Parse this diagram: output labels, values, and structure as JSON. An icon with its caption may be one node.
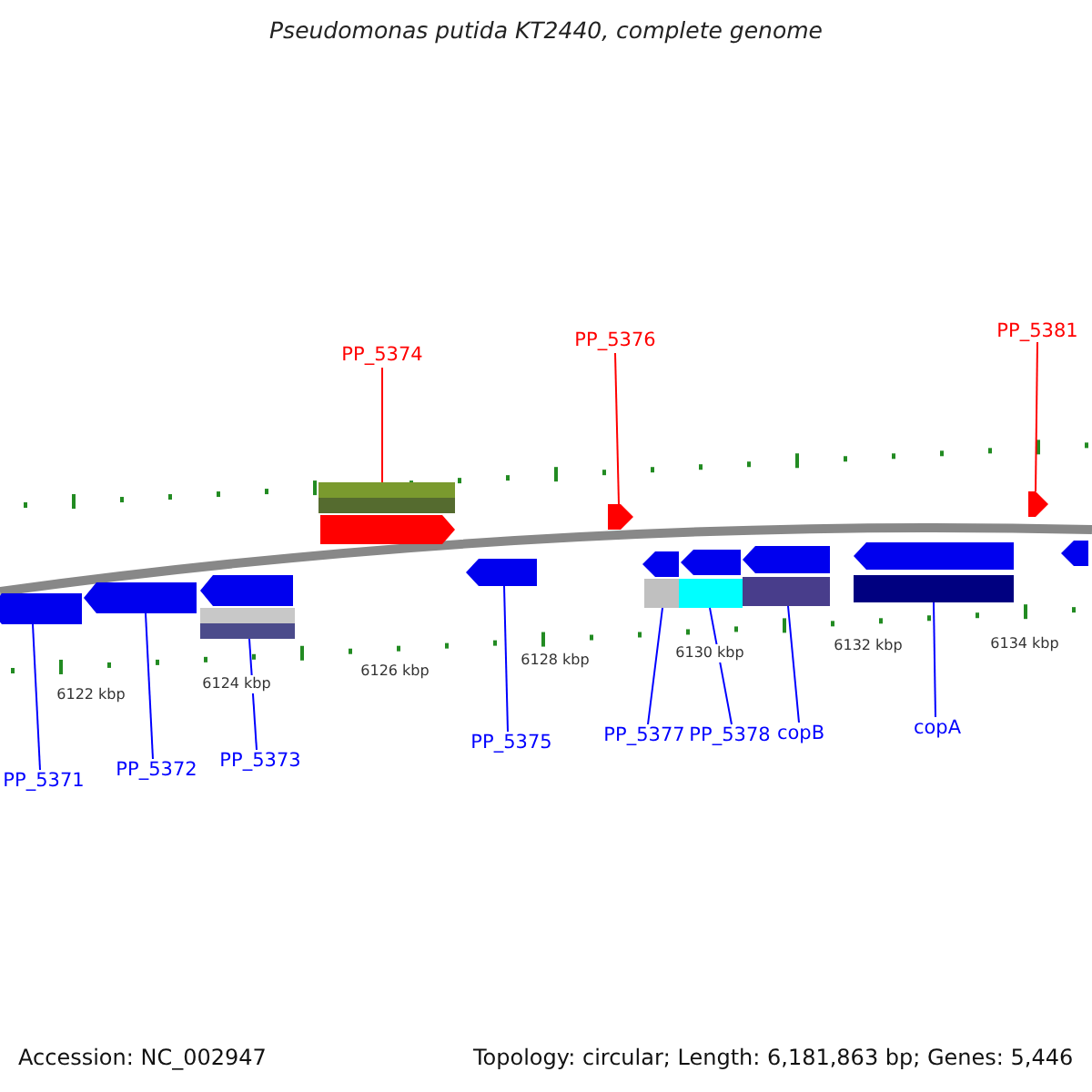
{
  "diagram": {
    "title": "Pseudomonas putida KT2440, complete genome",
    "nodes": [
      {
        "text": [
          "PP_5374"
        ]
      },
      {
        "text": [
          "PP_5376"
        ]
      },
      {
        "text": [
          "PP_5381"
        ]
      },
      {
        "text": [
          "PP_5371"
        ]
      },
      {
        "text": [
          "PP_5372"
        ]
      },
      {
        "text": [
          "PP_5373"
        ]
      },
      {
        "text": [
          "PP_5375"
        ]
      },
      {
        "text": [
          "PP_5377"
        ]
      },
      {
        "text": [
          "PP_5378"
        ]
      },
      {
        "text": [
          "copB"
        ]
      },
      {
        "text": [
          "copA"
        ]
      },
      {
        "text": [],
        "shape": "bar"
      },
      {
        "text": [],
        "shape": "arrow"
      },
      {
        "text": [],
        "shape": "arrow"
      },
      {
        "text": [],
        "shape": "arrow"
      },
      {
        "text": [],
        "shape": "arrow"
      },
      {
        "text": [],
        "shape": "bar"
      },
      {
        "text": [],
        "shape": "arrow"
      },
      {
        "text": [],
        "shape": "bar"
      },
      {
        "text": [],
        "shape": "bar"
      },
      {
        "text": [],
        "shape": "bar"
      },
      {
        "text": [],
        "shape": "bar"
      },
      {
        "text": [],
        "shape": "arrow"
      },
      {
        "text": [],
        "shape": "arrow"
      },
      {
        "text": [],
        "shape": "arrow"
      },
      {
        "text": [],
        "shape": "arrow"
      },
      {
        "text": [],
        "shape": "arrow"
      },
      {
        "text": [],
        "shape": "arrow"
      },
      {
        "text": [],
        "shape": "arrow"
      }
    ],
    "edges": [
      {
        "from": 0,
        "to": 11,
        "arrow": "none",
        "color": "#ff0000"
      },
      {
        "from": 1,
        "to": 12,
        "arrow": "none",
        "color": "#ff0000"
      },
      {
        "from": 2,
        "to": 13,
        "arrow": "none",
        "color": "#ff0000"
      },
      {
        "from": 3,
        "to": 14,
        "arrow": "none"
      },
      {
        "from": 4,
        "to": 15,
        "arrow": "none"
      },
      {
        "from": 5,
        "to": 16,
        "arrow": "none"
      },
      {
        "from": 6,
        "to": 17,
        "arrow": "none"
      },
      {
        "from": 7,
        "to": 18,
        "arrow": "none"
      },
      {
        "from": 8,
        "to": 19,
        "arrow": "none"
      },
      {
        "from": 9,
        "to": 20,
        "arrow": "none"
      },
      {
        "from": 10,
        "to": 21,
        "arrow": "none"
      }
    ],
    "labels": [
      "6122 kbp",
      "6124 kbp",
      "6126 kbp",
      "6128 kbp",
      "6130 kbp",
      "6132 kbp",
      "6134 kbp",
      "Accession: NC_002947",
      "Topology: circular; Length: 6,181,863 bp; Genes: 5,446"
    ]
  }
}
